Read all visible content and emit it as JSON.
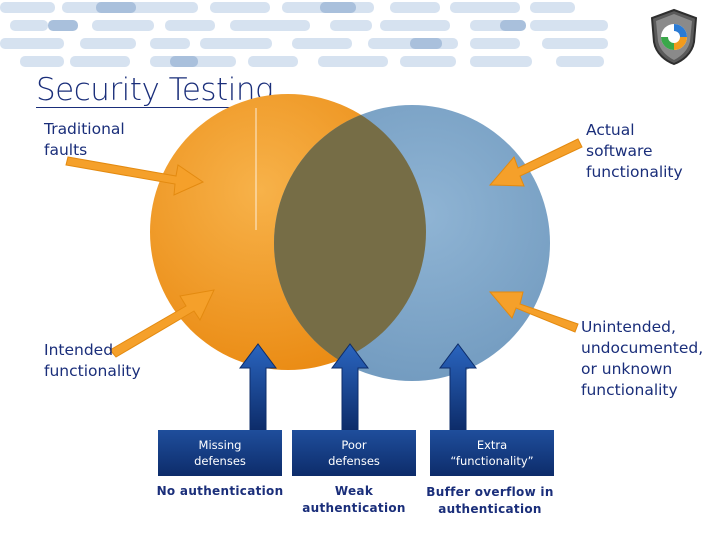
{
  "title": "Security Testing",
  "labels": {
    "traditional_faults": "Traditional faults",
    "actual_functionality": "Actual software functionality",
    "intended_functionality": "Intended functionality",
    "unintended_functionality": "Unintended, undocumented, or unknown functionality"
  },
  "boxes": [
    {
      "label": "Missing defenses"
    },
    {
      "label": "Poor defenses"
    },
    {
      "label": "Extra “functionality”"
    }
  ],
  "sublabels": [
    {
      "label": "No authentication"
    },
    {
      "label": "Weak authentication"
    },
    {
      "label": "Buffer overflow in authentication"
    }
  ],
  "colors": {
    "orange_circle": "#f39c1f",
    "blue_circle": "#7fa7c8",
    "overlap": "#7a7048",
    "arrow_orange": "#f5a02a",
    "arrow_blue": "#1f55a8",
    "title": "#1a2e7a"
  },
  "icons": {
    "logo": "shield-logo-icon"
  }
}
